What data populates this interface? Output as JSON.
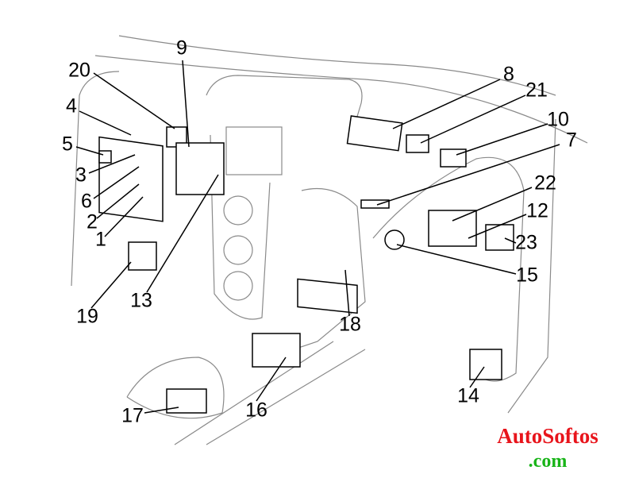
{
  "diagram": {
    "callouts": [
      {
        "id": "20",
        "label": "20"
      },
      {
        "id": "9",
        "label": "9"
      },
      {
        "id": "4",
        "label": "4"
      },
      {
        "id": "5",
        "label": "5"
      },
      {
        "id": "3",
        "label": "3"
      },
      {
        "id": "6",
        "label": "6"
      },
      {
        "id": "2",
        "label": "2"
      },
      {
        "id": "1",
        "label": "1"
      },
      {
        "id": "19",
        "label": "19"
      },
      {
        "id": "13",
        "label": "13"
      },
      {
        "id": "8",
        "label": "8"
      },
      {
        "id": "21",
        "label": "21"
      },
      {
        "id": "10",
        "label": "10"
      },
      {
        "id": "7",
        "label": "7"
      },
      {
        "id": "22",
        "label": "22"
      },
      {
        "id": "12",
        "label": "12"
      },
      {
        "id": "23",
        "label": "23"
      },
      {
        "id": "15",
        "label": "15"
      },
      {
        "id": "18",
        "label": "18"
      },
      {
        "id": "16",
        "label": "16"
      },
      {
        "id": "17",
        "label": "17"
      },
      {
        "id": "14",
        "label": "14"
      }
    ]
  },
  "watermark": {
    "line1": "AutoSoftos",
    "line2": ".com",
    "color1": "#e8141b",
    "color2": "#18b418"
  }
}
